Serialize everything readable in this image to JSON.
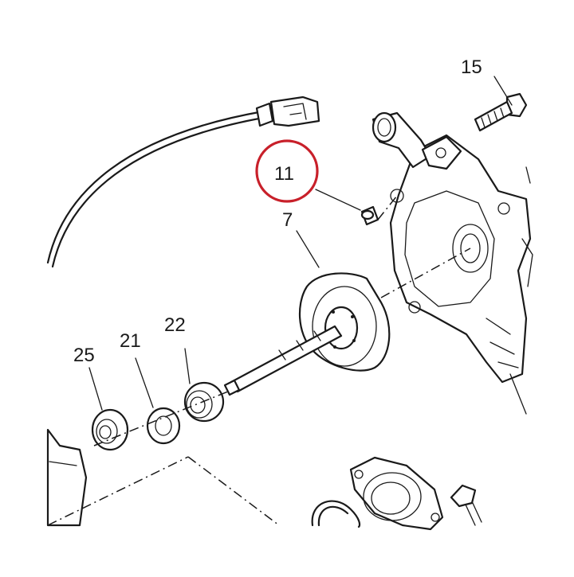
{
  "diagram": {
    "part_labels": {
      "p15": "15",
      "p11": "11",
      "p7": "7",
      "p22": "22",
      "p21": "21",
      "p25": "25"
    },
    "highlight_color": "#c8202a",
    "line_color": "#1a1a1a",
    "highlighted_part": "11"
  }
}
